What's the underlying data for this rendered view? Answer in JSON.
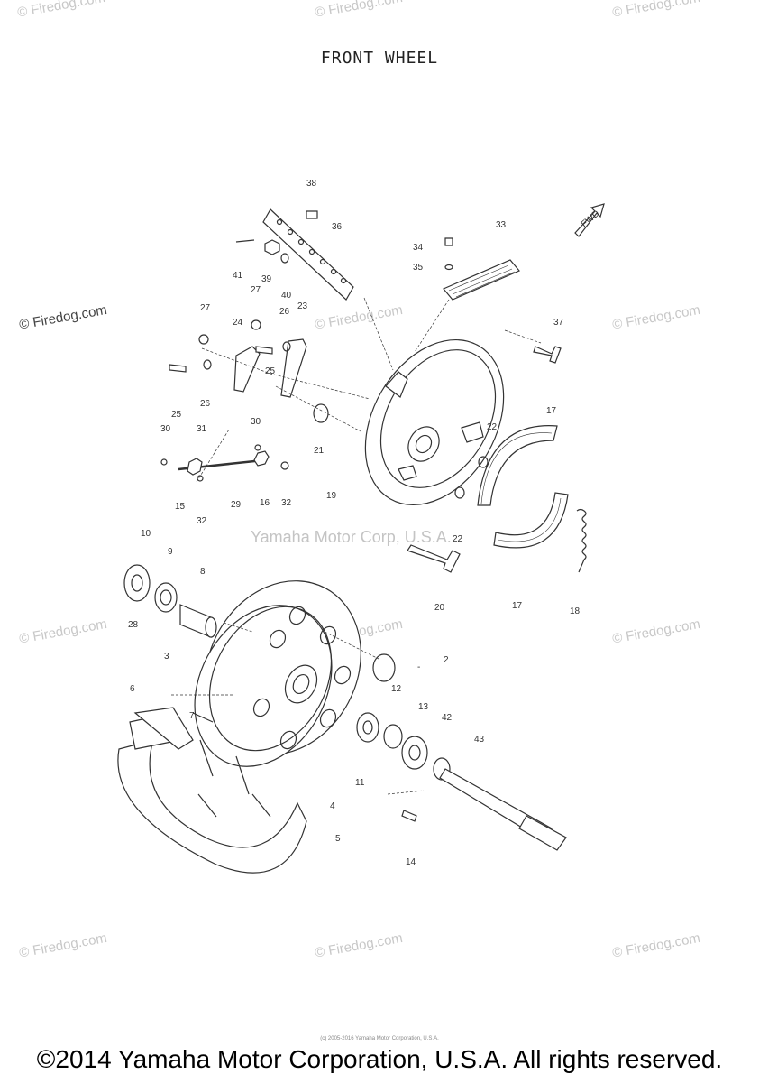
{
  "title": "FRONT WHEEL",
  "copyright": "©2014 Yamaha Motor Corporation, U.S.A. All rights reserved.",
  "small_note": "(c) 2005-2016 Yamaha Motor Corporation, U.S.A.",
  "center_watermark": "Yamaha Motor Corp, U.S.A.",
  "watermark": "© Firedog.com",
  "fwd_label": "FWD",
  "callouts": [
    "38",
    "36",
    "41",
    "39",
    "40",
    "34",
    "35",
    "33",
    "37",
    "27",
    "24",
    "27",
    "26",
    "23",
    "25",
    "26",
    "25",
    "21",
    "22",
    "17",
    "30",
    "31",
    "30",
    "15",
    "32",
    "29",
    "16",
    "32",
    "19",
    "10",
    "9",
    "8",
    "28",
    "22",
    "20",
    "17",
    "18",
    "2",
    "3",
    "6",
    "7",
    "12",
    "13",
    "42",
    "43",
    "11",
    "4",
    "5",
    "14"
  ]
}
